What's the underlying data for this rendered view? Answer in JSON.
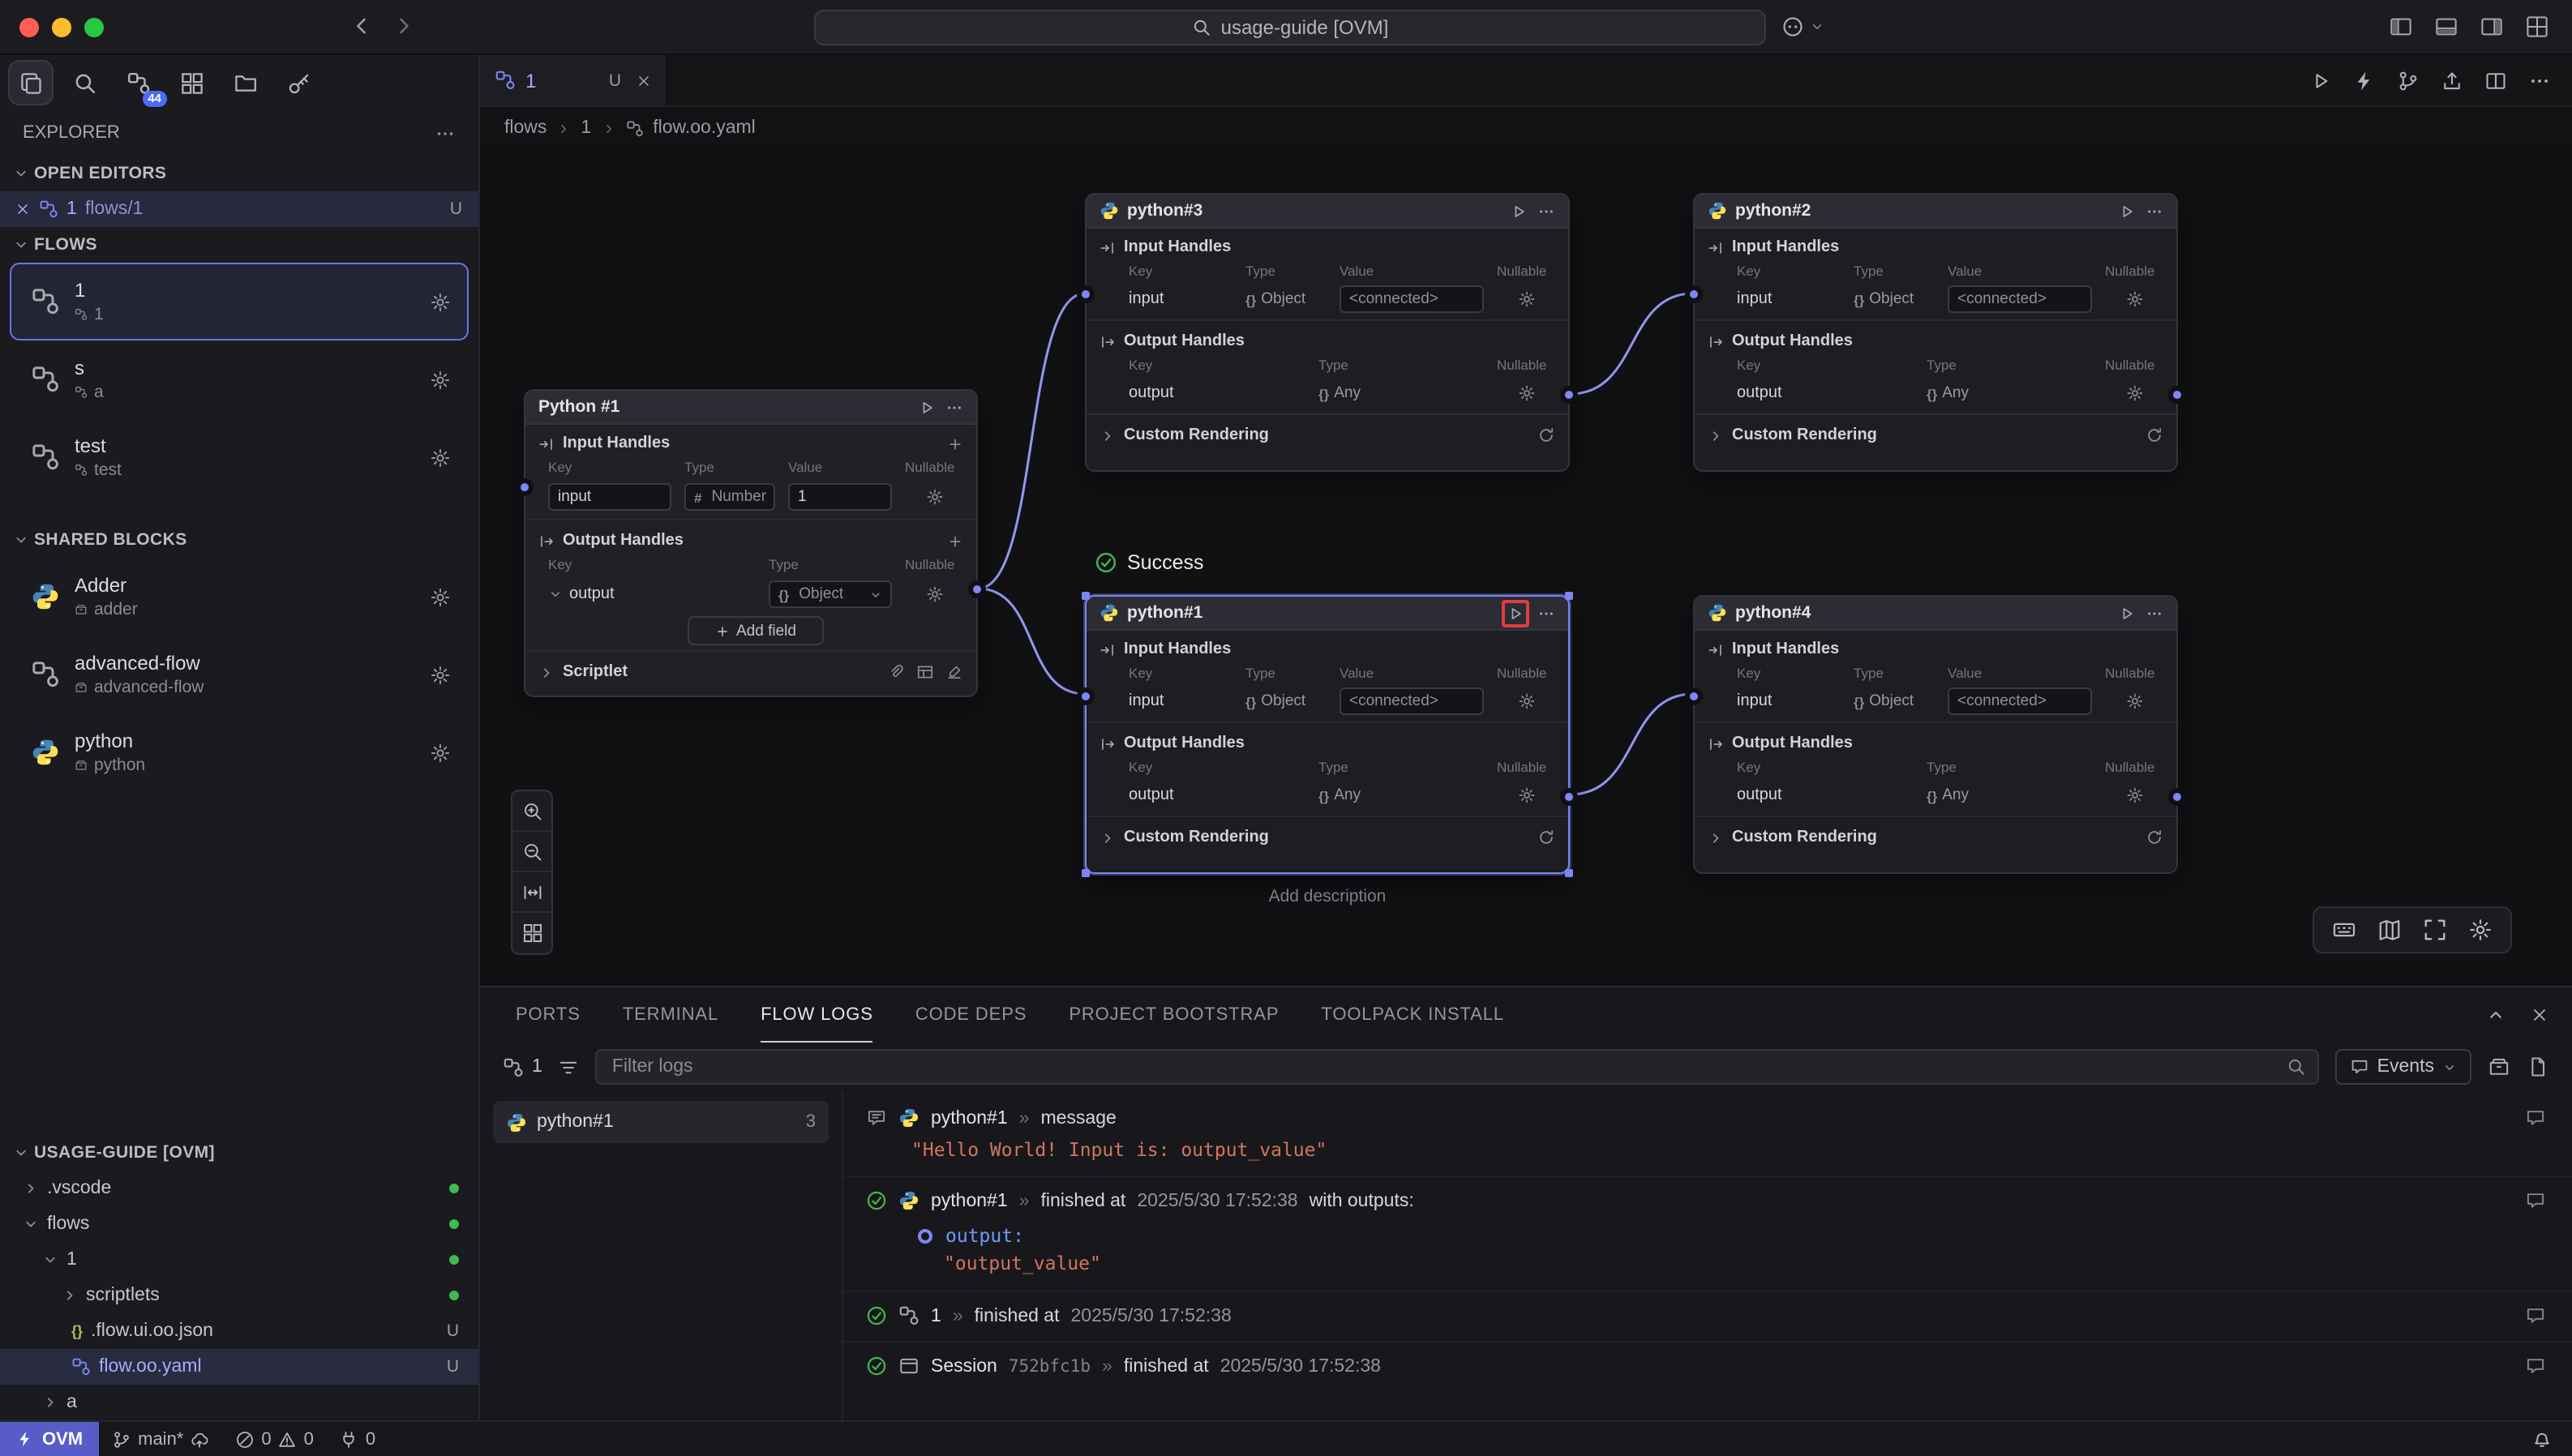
{
  "titlebar": {
    "search_value": "usage-guide [OVM]"
  },
  "activity": {
    "badge": "44"
  },
  "glyphs": {
    "braces": "{}",
    "hash": "#"
  },
  "sidebar": {
    "explorer_title": "EXPLORER",
    "open_editors": {
      "header": "OPEN EDITORS",
      "item": {
        "name": "1",
        "path": "flows/1",
        "badge": "U"
      }
    },
    "flows": {
      "header": "FLOWS",
      "items": [
        {
          "title": "1",
          "subtitle": "1"
        },
        {
          "title": "s",
          "subtitle": "a"
        },
        {
          "title": "test",
          "subtitle": "test"
        }
      ]
    },
    "shared_blocks": {
      "header": "SHARED BLOCKS",
      "items": [
        {
          "title": "Adder",
          "subtitle": "adder"
        },
        {
          "title": "advanced-flow",
          "subtitle": "advanced-flow"
        },
        {
          "title": "python",
          "subtitle": "python"
        }
      ]
    },
    "workspace": {
      "header": "USAGE-GUIDE [OVM]",
      "items": [
        {
          "label": ".vscode"
        },
        {
          "label": "flows"
        },
        {
          "label": "1"
        },
        {
          "label": "scriptlets"
        },
        {
          "label": ".flow.ui.oo.json",
          "badge": "U"
        },
        {
          "label": "flow.oo.yaml",
          "badge": "U"
        },
        {
          "label": "a"
        }
      ]
    }
  },
  "editor": {
    "tab_label": "1",
    "tab_badge": "U",
    "breadcrumb": {
      "root": "flows",
      "mid": "1",
      "file": "flow.oo.yaml"
    }
  },
  "canvas": {
    "success_label": "Success",
    "add_description_label": "Add description",
    "main_node": {
      "title": "Python #1",
      "input_section": "Input Handles",
      "output_section": "Output Handles",
      "col_key": "Key",
      "col_type": "Type",
      "col_value": "Value",
      "col_nullable": "Nullable",
      "input_key": "input",
      "input_type": "Number",
      "input_value": "1",
      "output_key": "output",
      "output_type": "Object",
      "add_field_label": "Add field",
      "scriptlet_label": "Scriptlet"
    },
    "node_template": {
      "input_section": "Input Handles",
      "output_section": "Output Handles",
      "col_key": "Key",
      "col_type": "Type",
      "col_value": "Value",
      "col_nullable": "Nullable",
      "input_key": "input",
      "input_type": "Object",
      "input_value": "<connected>",
      "output_key": "output",
      "output_type": "Any",
      "custom_rendering_label": "Custom Rendering"
    },
    "nodes": [
      {
        "name": "python#3"
      },
      {
        "name": "python#2"
      },
      {
        "name": "python#1"
      },
      {
        "name": "python#4"
      }
    ]
  },
  "panel": {
    "tabs": [
      {
        "label": "PORTS"
      },
      {
        "label": "TERMINAL"
      },
      {
        "label": "FLOW LOGS"
      },
      {
        "label": "CODE DEPS"
      },
      {
        "label": "PROJECT BOOTSTRAP"
      },
      {
        "label": "TOOLPACK INSTALL"
      }
    ],
    "flow_badge": "1",
    "filter_placeholder": "Filter logs",
    "events_label": "Events",
    "group": {
      "name": "python#1",
      "count": "3"
    },
    "logs": {
      "msg": {
        "node": "python#1",
        "sep": "»",
        "label": "message",
        "body": "\"Hello World! Input is: output_value\""
      },
      "finished_node": {
        "node": "python#1",
        "sep": "»",
        "label": "finished at",
        "time": "2025/5/30 17:52:38",
        "suffix": "with outputs:",
        "output_key": "output:",
        "output_value": "\"output_value\""
      },
      "finished_flow": {
        "node": "1",
        "sep": "»",
        "label": "finished at",
        "time": "2025/5/30 17:52:38"
      },
      "finished_session": {
        "node": "Session",
        "id": "752bfc1b",
        "sep": "»",
        "label": "finished at",
        "time": "2025/5/30 17:52:38"
      }
    }
  },
  "statusbar": {
    "remote_label": "OVM",
    "branch_label": "main*",
    "errors": "0",
    "warnings": "0",
    "ports": "0"
  }
}
